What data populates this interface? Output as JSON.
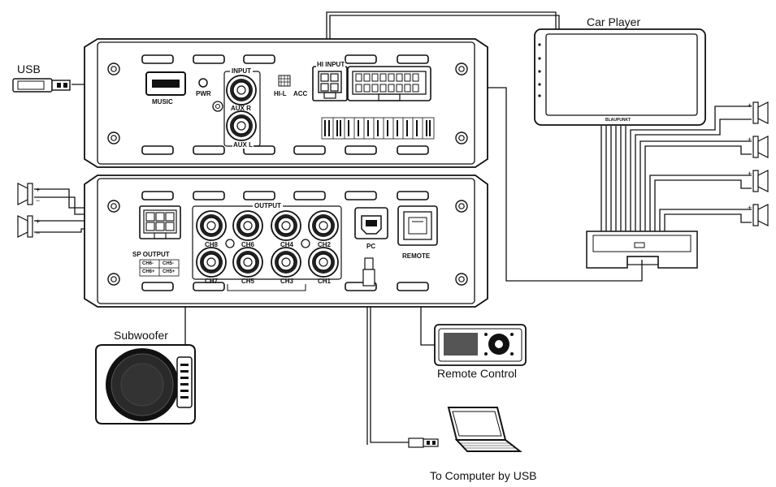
{
  "callouts": {
    "usb": "USB",
    "car_player": "Car Player",
    "subwoofer": "Subwoofer",
    "remote_control": "Remote Control",
    "to_computer": "To Computer by USB"
  },
  "top_unit": {
    "music": "MUSIC",
    "pwr": "PWR",
    "input": "INPUT",
    "aux_r": "AUX R",
    "aux_l": "AUX L",
    "hi_input": "HI INPUT",
    "hi_l": "HI-L",
    "acc": "ACC"
  },
  "bottom_unit": {
    "output": "OUTPUT",
    "channels_top": [
      "CH8",
      "CH6",
      "CH4",
      "CH2"
    ],
    "channels_bottom": [
      "CH7",
      "CH5",
      "CH3",
      "CH1"
    ],
    "sp_output": "SP OUTPUT",
    "sp_table": [
      "CH6-",
      "CH5-",
      "CH6+",
      "CH5+"
    ],
    "pc": "PC",
    "remote": "REMOTE"
  },
  "player": {
    "brand": "BLAUPUNKT"
  }
}
